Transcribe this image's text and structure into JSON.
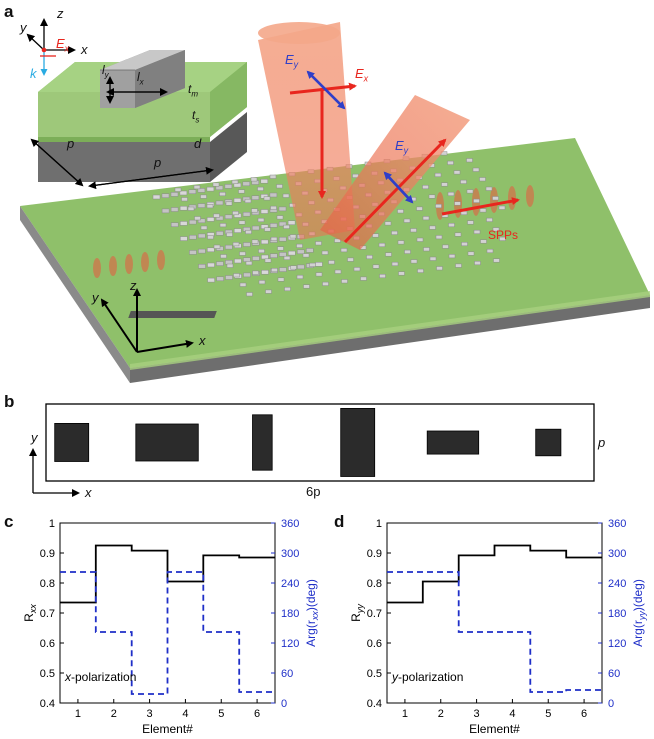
{
  "panel_labels": {
    "a": "a",
    "b": "b",
    "c": "c",
    "d": "d"
  },
  "panel_a": {
    "inset_axes": {
      "z": "z",
      "y": "y",
      "x": "x",
      "k": "k",
      "ex": "E",
      "ex_sub": "x"
    },
    "dims": {
      "ly": "l",
      "ly_sub": "y",
      "lx": "l",
      "lx_sub": "x",
      "tm": "t",
      "tm_sub": "m",
      "ts": "t",
      "ts_sub": "s",
      "d": "d",
      "p1": "p",
      "p2": "p"
    },
    "beam_labels": {
      "ey1": "E",
      "ey1_sub": "y",
      "ex1": "E",
      "ex1_sub": "x",
      "ey2": "E",
      "ey2_sub": "y",
      "spp": "SPPs"
    },
    "main_axes": {
      "z": "z",
      "y": "y",
      "x": "x"
    },
    "colors": {
      "film": "#8fc06a",
      "film_dark": "#6fa04c",
      "substrate": "#8a8a8a",
      "beam": "#f08060",
      "arrow_red": "#e8261e",
      "arrow_blue": "#2f3fc8",
      "k_cyan": "#29abe2"
    }
  },
  "panel_b": {
    "axis_y": "y",
    "axis_x": "x",
    "width_label": "6p",
    "height_label": "p",
    "elements": [
      {
        "lx": 0.062,
        "ly": 0.66
      },
      {
        "lx": 0.114,
        "ly": 0.64
      },
      {
        "lx": 0.036,
        "ly": 0.96
      },
      {
        "lx": 0.062,
        "ly": 1.18
      },
      {
        "lx": 0.094,
        "ly": 0.4
      },
      {
        "lx": 0.046,
        "ly": 0.46
      }
    ]
  },
  "chart_data": [
    {
      "type": "line",
      "panel": "c",
      "annotation": "x-polarization",
      "annotation_italic": "x",
      "annotation_rest": "-polarization",
      "xlabel": "Element#",
      "ylabel": "R",
      "ylabel_sub": "xx",
      "y2label": "Arg(r",
      "y2label_sub": "xx",
      "y2label_end": ")(deg)",
      "xlim": [
        0.5,
        6.5
      ],
      "ylim": [
        0.4,
        1.0
      ],
      "y2lim": [
        0,
        360
      ],
      "x_ticks": [
        "1",
        "2",
        "3",
        "4",
        "5",
        "6"
      ],
      "y_ticks": [
        "0.4",
        "0.5",
        "0.6",
        "0.7",
        "0.8",
        "0.9",
        "1"
      ],
      "y2_ticks": [
        "0",
        "60",
        "120",
        "180",
        "240",
        "300",
        "360"
      ],
      "series": [
        {
          "axis": "left",
          "style": "solid",
          "color": "#000000",
          "x": [
            1,
            2,
            3,
            4,
            5,
            6
          ],
          "values": [
            0.735,
            0.925,
            0.908,
            0.805,
            0.892,
            0.885
          ]
        },
        {
          "axis": "right",
          "style": "dashed",
          "color": "#1f2fc8",
          "x": [
            1,
            2,
            3,
            4,
            5,
            6
          ],
          "values": [
            262,
            142,
            18,
            262,
            142,
            22
          ]
        }
      ]
    },
    {
      "type": "line",
      "panel": "d",
      "annotation": "y-polarization",
      "annotation_italic": "y",
      "annotation_rest": "-polarization",
      "xlabel": "Element#",
      "ylabel": "R",
      "ylabel_sub": "yy",
      "y2label": "Arg(r",
      "y2label_sub": "yy",
      "y2label_end": ")(deg)",
      "xlim": [
        0.5,
        6.5
      ],
      "ylim": [
        0.4,
        1.0
      ],
      "y2lim": [
        0,
        360
      ],
      "x_ticks": [
        "1",
        "2",
        "3",
        "4",
        "5",
        "6"
      ],
      "y_ticks": [
        "0.4",
        "0.5",
        "0.6",
        "0.7",
        "0.8",
        "0.9",
        "1"
      ],
      "y2_ticks": [
        "0",
        "60",
        "120",
        "180",
        "240",
        "300",
        "360"
      ],
      "series": [
        {
          "axis": "left",
          "style": "solid",
          "color": "#000000",
          "x": [
            1,
            2,
            3,
            4,
            5,
            6
          ],
          "values": [
            0.735,
            0.805,
            0.892,
            0.925,
            0.908,
            0.885
          ]
        },
        {
          "axis": "right",
          "style": "dashed",
          "color": "#1f2fc8",
          "x": [
            1,
            2,
            3,
            4,
            5,
            6
          ],
          "values": [
            262,
            262,
            142,
            142,
            22,
            26
          ]
        }
      ]
    }
  ]
}
